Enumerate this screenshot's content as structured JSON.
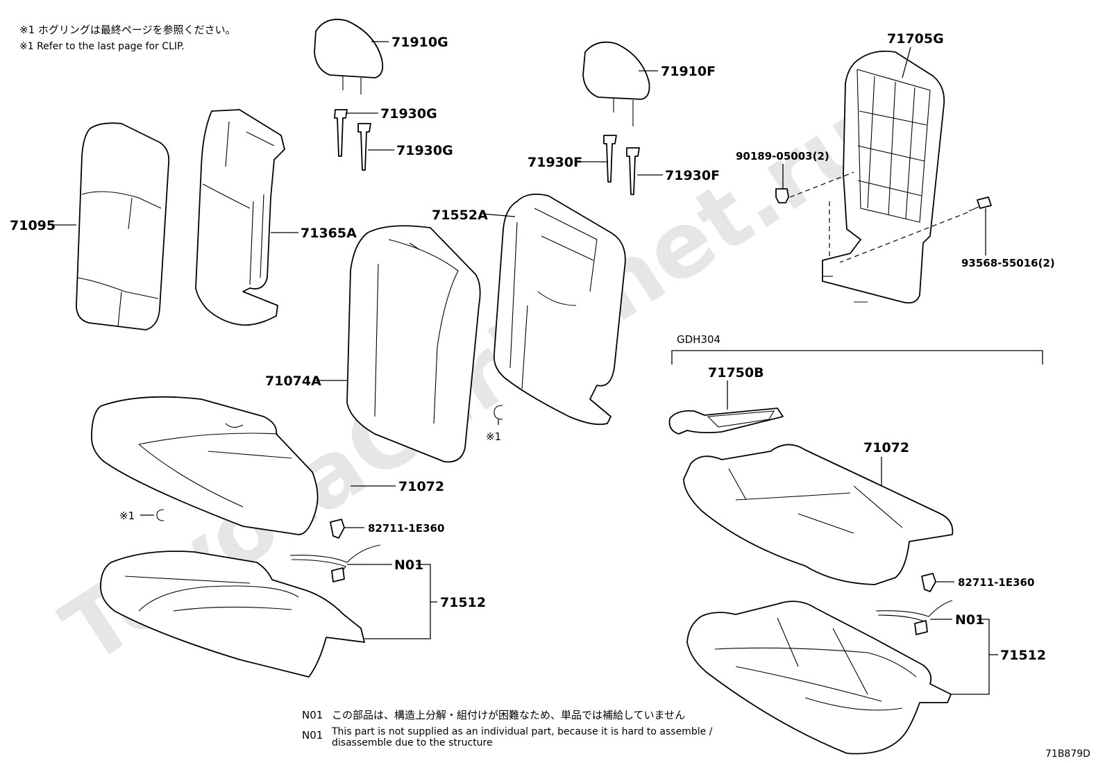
{
  "notes": {
    "clip_note_jp": "※1 ホグリングは最終ページを参照ください。",
    "clip_note_en": "※1 Refer to the last page for CLIP.",
    "n01_jp_tag": "N01",
    "n01_jp_text": "この部品は、構造上分解・組付けが困難なため、単品では補給していません",
    "n01_en_tag": "N01",
    "n01_en_line1": "This part is not supplied as an individual part, because it is hard to assemble /",
    "n01_en_line2": "disassemble due to the structure"
  },
  "group_label": "GDH304",
  "diagram_ref": "71B879D",
  "clip_marker": "※1",
  "watermark": "ToyotaCarMinet.ru",
  "parts": {
    "p71910G": "71910G",
    "p71930G_a": "71930G",
    "p71930G_b": "71930G",
    "p71910F": "71910F",
    "p71930F_a": "71930F",
    "p71930F_b": "71930F",
    "p71705G": "71705G",
    "p90189": "90189-05003(2)",
    "p93568": "93568-55016(2)",
    "p71095": "71095",
    "p71365A": "71365A",
    "p71552A": "71552A",
    "p71074A": "71074A",
    "p71072_left": "71072",
    "p82711_left": "82711-1E360",
    "pN01_left": "N01",
    "p71512_left": "71512",
    "p71750B": "71750B",
    "p71072_right": "71072",
    "p82711_right": "82711-1E360",
    "pN01_right": "N01",
    "p71512_right": "71512"
  }
}
